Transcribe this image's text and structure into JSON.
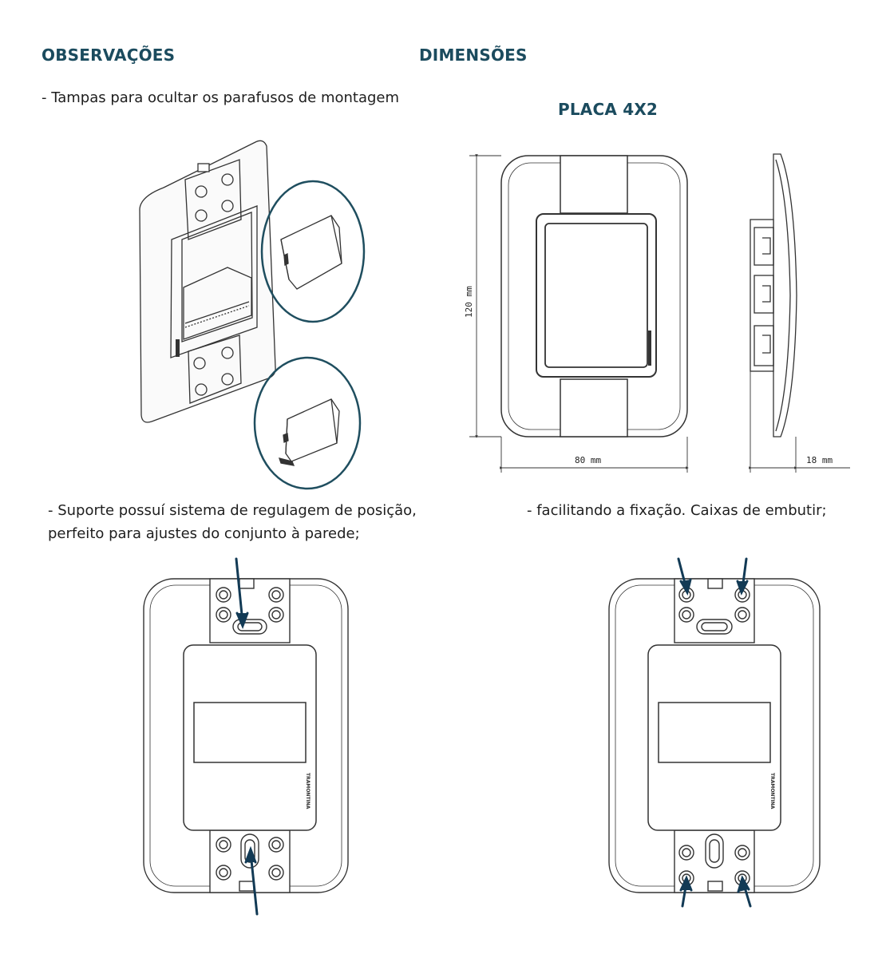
{
  "left_heading": "OBSERVAÇÕES",
  "right_heading": "DIMENSÕES",
  "note_covers": "- Tampas para ocultar os parafusos de montagem",
  "plate_title": "PLACA 4X2",
  "note_support_line1": "- Suporte possuí sistema de regulagem de posição,",
  "note_support_line2": "perfeito para ajustes do conjunto à parede;",
  "note_fixing": "- facilitando a fixação. Caixas de embutir;",
  "dimensions": {
    "height": "120 mm",
    "width": "80 mm",
    "depth": "18 mm"
  },
  "brand_mark": "TRAMONTINA",
  "colors": {
    "heading": "#1b4b5e",
    "callout_circle": "#1f4e5f",
    "arrow": "#123a55",
    "line": "#333333"
  }
}
